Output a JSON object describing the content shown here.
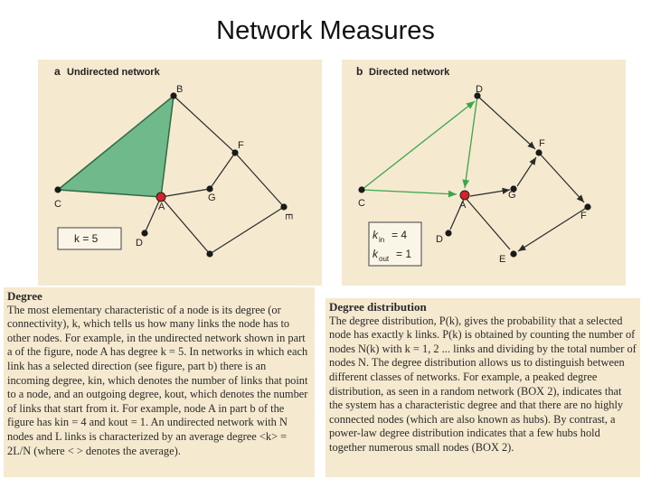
{
  "title": "Network Measures",
  "panel_a": {
    "letter": "a",
    "heading": "Undirected network",
    "nodes": {
      "B": "B",
      "F": "F",
      "C": "C",
      "A": "A",
      "G": "G",
      "E": "E",
      "D": "D"
    },
    "degree_label": "k = 5"
  },
  "panel_b": {
    "letter": "b",
    "heading": "Directed network",
    "nodes": {
      "D": "D",
      "F1": "F",
      "C": "C",
      "A": "A",
      "G": "G",
      "F2": "F",
      "D2": "D",
      "E": "E"
    },
    "kin_label": "k",
    "kin_sub": "in",
    "kin_value": "= 4",
    "kout_label": "k",
    "kout_sub": "out",
    "kout_value": "= 1"
  },
  "degree_box": {
    "heading": "Degree",
    "body": "The most elementary characteristic of a node is its degree (or connectivity), k, which tells us how many links the node has to other nodes. For example, in the undirected network shown in part a of the figure, node A has degree k = 5. In networks in which each link has a selected direction (see figure, part b) there is an incoming degree, kin, which denotes the number of links that point to a node, and an outgoing degree, kout, which denotes the number of links that start from it. For example, node A in part b of the figure has kin = 4 and kout = 1. An undirected network with N nodes and L links is characterized by an average degree <k> = 2L/N (where < > denotes the average)."
  },
  "distribution_box": {
    "heading": "Degree distribution",
    "body": "The degree distribution, P(k), gives the probability that a selected node has exactly k links. P(k) is obtained by counting the number of nodes N(k) with k = 1, 2 ... links and dividing by the total number of nodes N. The degree distribution allows us to distinguish between different classes of networks. For example, a peaked degree distribution, as seen in a random network (BOX 2), indicates that the system has a characteristic degree and that there are no highly connected nodes (which are also known as hubs). By contrast, a power-law degree distribution indicates that a few hubs hold together numerous small nodes (BOX 2)."
  },
  "colors": {
    "panel_bg": "#f5e9d0",
    "triangle_fill": "#6fb98a",
    "directed_edge": "#3aa64a",
    "hub_node": "#d2232a"
  }
}
